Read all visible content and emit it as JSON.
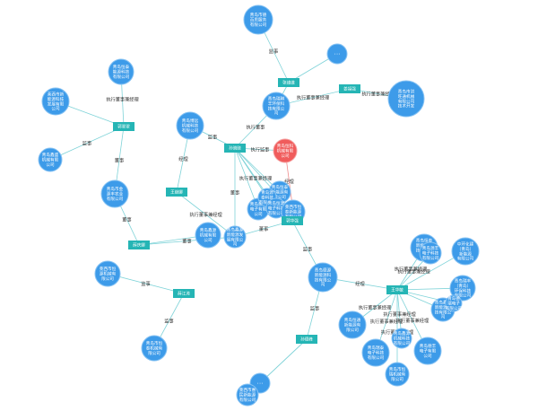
{
  "colors": {
    "company": "#3d9be9",
    "company_stroke": "#86c2f3",
    "person": "#25b5b5",
    "focus": "#f05c5c",
    "edge": "#7fd3d8",
    "label_text": "#333333"
  },
  "nodes": [
    {
      "id": "c_top",
      "type": "company",
      "lines": [
        "青岛市德",
        "百思服务",
        "有限公司"
      ]
    },
    {
      "id": "p_a",
      "type": "person",
      "lines": [
        "张维维"
      ]
    },
    {
      "id": "c_dot1",
      "type": "company",
      "lines": [
        "···"
      ]
    },
    {
      "id": "p_b",
      "type": "person",
      "lines": [
        "姜福强"
      ]
    },
    {
      "id": "c_rt",
      "type": "company",
      "lines": [
        "青岛市洪",
        "旺通机械",
        "有限公司",
        "技术开发"
      ]
    },
    {
      "id": "c_mid",
      "type": "company",
      "lines": [
        "青岛瑞琳",
        "丰环保科",
        "技有限公",
        "司"
      ]
    },
    {
      "id": "c_lt1",
      "type": "company",
      "lines": [
        "青岛恒泰",
        "能源科技",
        "有限公司"
      ]
    },
    {
      "id": "c_lt2",
      "type": "company",
      "lines": [
        "莱西市新",
        "能源科技",
        "发展有限",
        "公司"
      ]
    },
    {
      "id": "p_c",
      "type": "person",
      "lines": [
        "郭翠翠"
      ]
    },
    {
      "id": "c_lt3",
      "type": "company",
      "lines": [
        "青岛鑫盛",
        "机械有限",
        "公司"
      ]
    },
    {
      "id": "c_mid2",
      "type": "company",
      "lines": [
        "青岛博远",
        "机械科技",
        "有限公司"
      ]
    },
    {
      "id": "p_d",
      "type": "person",
      "lines": [
        "孙晓晓"
      ]
    },
    {
      "id": "focus",
      "type": "focus",
      "lines": [
        "青岛恒科",
        "机械有限",
        "公司"
      ]
    },
    {
      "id": "c_l4",
      "type": "company",
      "lines": [
        "青岛市金",
        "源丰农业",
        "有限公司"
      ]
    },
    {
      "id": "p_e",
      "type": "person",
      "lines": [
        "王继娜"
      ]
    },
    {
      "id": "c_c1",
      "type": "company",
      "lines": [
        "青岛恒泰",
        "新能源有",
        "限公司"
      ]
    },
    {
      "id": "c_c2",
      "type": "company",
      "lines": [
        "青岛惠民",
        "电子有限",
        "公司"
      ]
    },
    {
      "id": "c_c3",
      "type": "company",
      "lines": [
        "青岛源",
        "泰科技",
        "有限公司"
      ]
    },
    {
      "id": "c_c4",
      "type": "company",
      "lines": [
        "青岛恒源",
        "电子科技",
        "有限公司"
      ]
    },
    {
      "id": "c_c5",
      "type": "company",
      "lines": [
        "莱西市恒",
        "泰新能源",
        "有限公司"
      ]
    },
    {
      "id": "p_f",
      "type": "person",
      "lines": [
        "郭华强"
      ]
    },
    {
      "id": "c_l5",
      "type": "company",
      "lines": [
        "青岛鑫源",
        "机械有限",
        "公司"
      ]
    },
    {
      "id": "c_c6",
      "type": "company",
      "lines": [
        "青岛鑫源",
        "新能源发",
        "展有限公",
        "司"
      ]
    },
    {
      "id": "p_g",
      "type": "person",
      "lines": [
        "薛庆娜"
      ]
    },
    {
      "id": "c_l6",
      "type": "company",
      "lines": [
        "莱西市恒",
        "源机械有",
        "限公司"
      ]
    },
    {
      "id": "p_h",
      "type": "person",
      "lines": [
        "薛江涛"
      ]
    },
    {
      "id": "c_l7",
      "type": "company",
      "lines": [
        "青岛市恒",
        "泰机械有",
        "限公司"
      ]
    },
    {
      "id": "c_m3",
      "type": "company",
      "lines": [
        "青岛德源",
        "新能源科",
        "技有限公",
        "司"
      ]
    },
    {
      "id": "p_i",
      "type": "person",
      "lines": [
        "孙德峰"
      ]
    },
    {
      "id": "c_dot2",
      "type": "company",
      "lines": [
        "···"
      ]
    },
    {
      "id": "c_b1",
      "type": "company",
      "lines": [
        "莱西市惠",
        "民新能源",
        "有限公司"
      ]
    },
    {
      "id": "p_j",
      "type": "person",
      "lines": [
        "王华敏"
      ]
    },
    {
      "id": "c_r1",
      "type": "company",
      "lines": [
        "青岛恒泰",
        "新能源科",
        "技有限公",
        "司"
      ]
    },
    {
      "id": "c_r2",
      "type": "company",
      "lines": [
        "青岛源丰",
        "电子科技",
        "有限公司"
      ]
    },
    {
      "id": "c_r3",
      "type": "company",
      "lines": [
        "中环化建",
        "（青岛）",
        "新能源",
        "有限公司"
      ]
    },
    {
      "id": "c_r4",
      "type": "company",
      "lines": [
        "青岛瑞丰",
        "（青岛）",
        "环保科技",
        "有限公司"
      ]
    },
    {
      "id": "c_r5",
      "type": "company",
      "lines": [
        "青岛鑫泰",
        "新能源科",
        "技有限公",
        "司"
      ]
    },
    {
      "id": "c_r6",
      "type": "company",
      "lines": [
        "青岛德",
        "瑞电子",
        "有限公司"
      ]
    },
    {
      "id": "c_r7",
      "type": "company",
      "lines": [
        "青岛恒通",
        "新能源有",
        "限公司"
      ]
    },
    {
      "id": "c_r8",
      "type": "company",
      "lines": [
        "青岛瑞泰",
        "电子科技",
        "有限公司"
      ]
    },
    {
      "id": "c_r9",
      "type": "company",
      "lines": [
        "青岛鑫源",
        "机械科技",
        "有限公司"
      ]
    },
    {
      "id": "c_r10",
      "type": "company",
      "lines": [
        "青岛德丰",
        "电子有限",
        "公司"
      ]
    },
    {
      "id": "c_r11",
      "type": "company",
      "lines": [
        "青岛市恒",
        "瑞机械有",
        "限公司"
      ]
    }
  ],
  "edges": [
    {
      "from": "p_a",
      "to": "c_top",
      "label": "监事"
    },
    {
      "from": "p_a",
      "to": "c_dot1",
      "label": ""
    },
    {
      "from": "p_a",
      "to": "c_mid",
      "label": ""
    },
    {
      "from": "p_b",
      "to": "c_rt",
      "label": "执行董事兼经理"
    },
    {
      "from": "p_b",
      "to": "c_mid",
      "label": "执行董事兼经理"
    },
    {
      "from": "p_c",
      "to": "c_lt1",
      "label": "执行董事兼经理"
    },
    {
      "from": "p_c",
      "to": "c_lt2",
      "label": ""
    },
    {
      "from": "p_c",
      "to": "c_lt3",
      "label": "监事"
    },
    {
      "from": "p_c",
      "to": "c_l4",
      "label": "董事"
    },
    {
      "from": "p_d",
      "to": "c_mid",
      "label": "执行董事"
    },
    {
      "from": "p_d",
      "to": "c_mid2",
      "label": "监事"
    },
    {
      "from": "p_d",
      "to": "focus",
      "label": "执行监事"
    },
    {
      "from": "p_d",
      "to": "c_c1",
      "label": ""
    },
    {
      "from": "p_d",
      "to": "c_c2",
      "label": ""
    },
    {
      "from": "p_d",
      "to": "c_c3",
      "label": ""
    },
    {
      "from": "p_d",
      "to": "c_c4",
      "label": "执行董事兼经理"
    },
    {
      "from": "p_d",
      "to": "c_c5",
      "label": ""
    },
    {
      "from": "p_d",
      "to": "c_c6",
      "label": "董事"
    },
    {
      "from": "p_e",
      "to": "c_mid2",
      "label": "经理"
    },
    {
      "from": "p_e",
      "to": "c_c6",
      "label": "执行董事兼经理"
    },
    {
      "from": "p_f",
      "to": "c_c4",
      "label": ""
    },
    {
      "from": "p_f",
      "to": "c_c6",
      "label": "董事"
    },
    {
      "from": "p_f",
      "to": "c_m3",
      "label": "监事"
    },
    {
      "from": "focus",
      "to": "c_c5",
      "label": "经理",
      "hi": true
    },
    {
      "from": "p_g",
      "to": "c_l4",
      "label": "董事"
    },
    {
      "from": "p_g",
      "to": "c_l5",
      "label": ""
    },
    {
      "from": "p_g",
      "to": "c_c6",
      "label": "董事"
    },
    {
      "from": "p_h",
      "to": "c_l6",
      "label": "监事"
    },
    {
      "from": "p_h",
      "to": "c_l7",
      "label": "监事"
    },
    {
      "from": "p_i",
      "to": "c_m3",
      "label": "监事"
    },
    {
      "from": "p_i",
      "to": "c_dot2",
      "label": ""
    },
    {
      "from": "p_i",
      "to": "c_b1",
      "label": ""
    },
    {
      "from": "p_j",
      "to": "c_m3",
      "label": "经理"
    },
    {
      "from": "p_j",
      "to": "c_r1",
      "label": "执行董事兼经理"
    },
    {
      "from": "p_j",
      "to": "c_r2",
      "label": "执行董事兼经理"
    },
    {
      "from": "p_j",
      "to": "c_r3",
      "label": ""
    },
    {
      "from": "p_j",
      "to": "c_r4",
      "label": ""
    },
    {
      "from": "p_j",
      "to": "c_r5",
      "label": ""
    },
    {
      "from": "p_j",
      "to": "c_r6",
      "label": ""
    },
    {
      "from": "p_j",
      "to": "c_r7",
      "label": "执行董事兼经理"
    },
    {
      "from": "p_j",
      "to": "c_r8",
      "label": "执行董事兼经理"
    },
    {
      "from": "p_j",
      "to": "c_r9",
      "label": "执行董事兼经理"
    },
    {
      "from": "p_j",
      "to": "c_r10",
      "label": "执行董事兼经理"
    },
    {
      "from": "p_j",
      "to": "c_r11",
      "label": "执行董事兼经理"
    }
  ]
}
